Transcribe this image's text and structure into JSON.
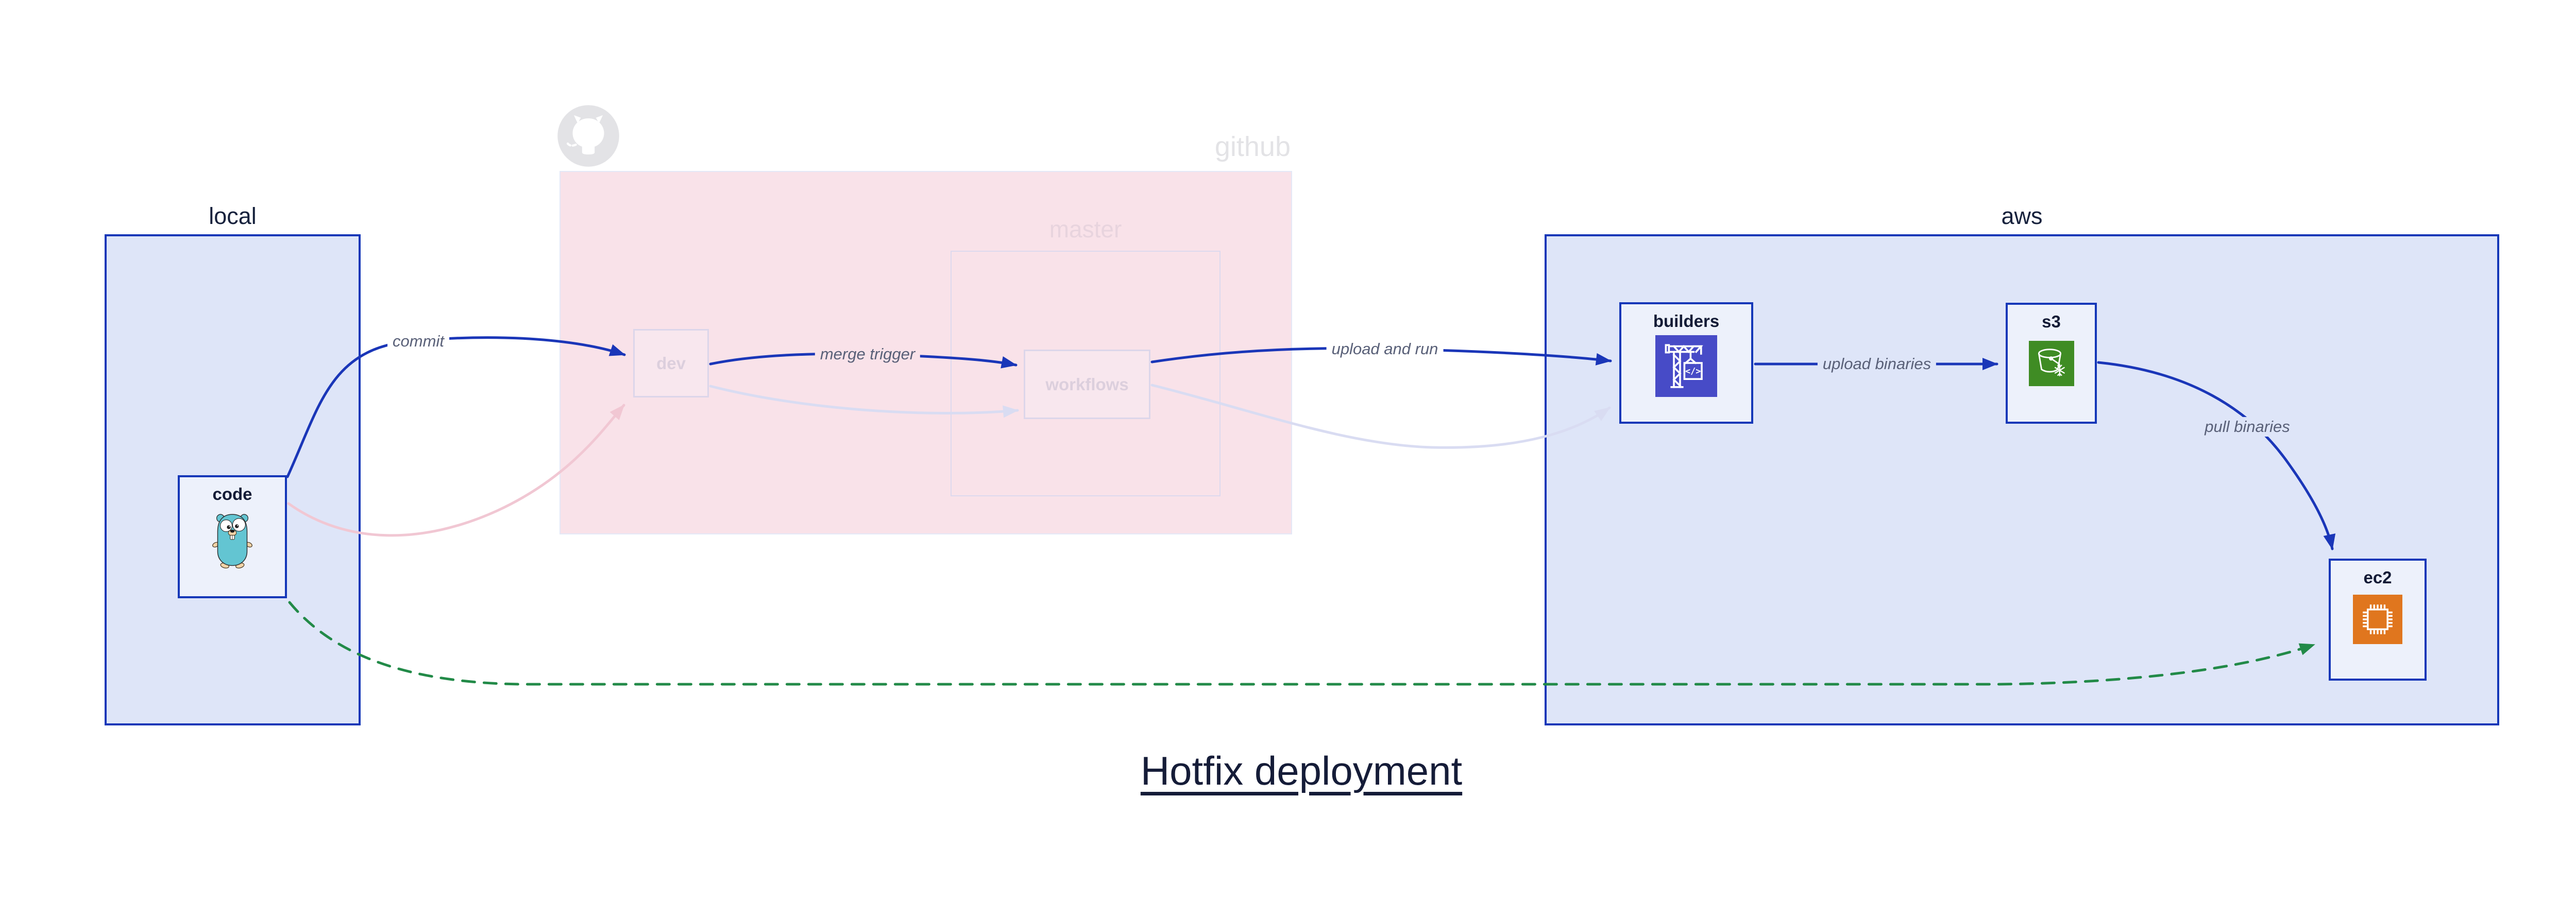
{
  "diagram_title": "Hotfix deployment",
  "groups": {
    "local": {
      "label": "local"
    },
    "github": {
      "label": "github"
    },
    "master": {
      "label": "master"
    },
    "aws": {
      "label": "aws"
    }
  },
  "nodes": {
    "code": {
      "label": "code",
      "icon": "go-gopher"
    },
    "dev": {
      "label": "dev"
    },
    "workflows": {
      "label": "workflows"
    },
    "builders": {
      "label": "builders",
      "icon": "aws-codebuild-crane",
      "icon_glyph": "</>"
    },
    "s3": {
      "label": "s3",
      "icon": "s3-bucket-snowflake"
    },
    "ec2": {
      "label": "ec2",
      "icon": "ec2-chip"
    }
  },
  "edges": {
    "commit": {
      "label": "commit",
      "from": "code",
      "to": "dev",
      "style": "solid-blue"
    },
    "merge_trigger": {
      "label": "merge trigger",
      "from": "dev",
      "to": "workflows",
      "style": "solid-blue"
    },
    "upload_and_run": {
      "label": "upload and run",
      "from": "workflows",
      "to": "builders",
      "style": "solid-blue"
    },
    "upload_binaries": {
      "label": "upload binaries",
      "from": "builders",
      "to": "s3",
      "style": "solid-blue"
    },
    "pull_binaries": {
      "label": "pull binaries",
      "from": "s3",
      "to": "ec2",
      "style": "solid-blue"
    },
    "hotfix_shortcut": {
      "label": "",
      "from": "code",
      "to": "ec2",
      "style": "dashed-green"
    }
  },
  "colors": {
    "edge_blue": "#1a36b8",
    "dashed_green": "#228a48",
    "container_fill": "#dee5f8",
    "container_border": "#1437b8",
    "github_fill": "#f9e2e9",
    "ghost_pink_edge": "#f1c7d3",
    "ghost_lavender_edge": "#d9dcf2",
    "codebuild_purple": "#474bc7",
    "s3_green": "#3f8c24",
    "ec2_orange": "#e0761e",
    "gopher_teal": "#63c5d2"
  }
}
